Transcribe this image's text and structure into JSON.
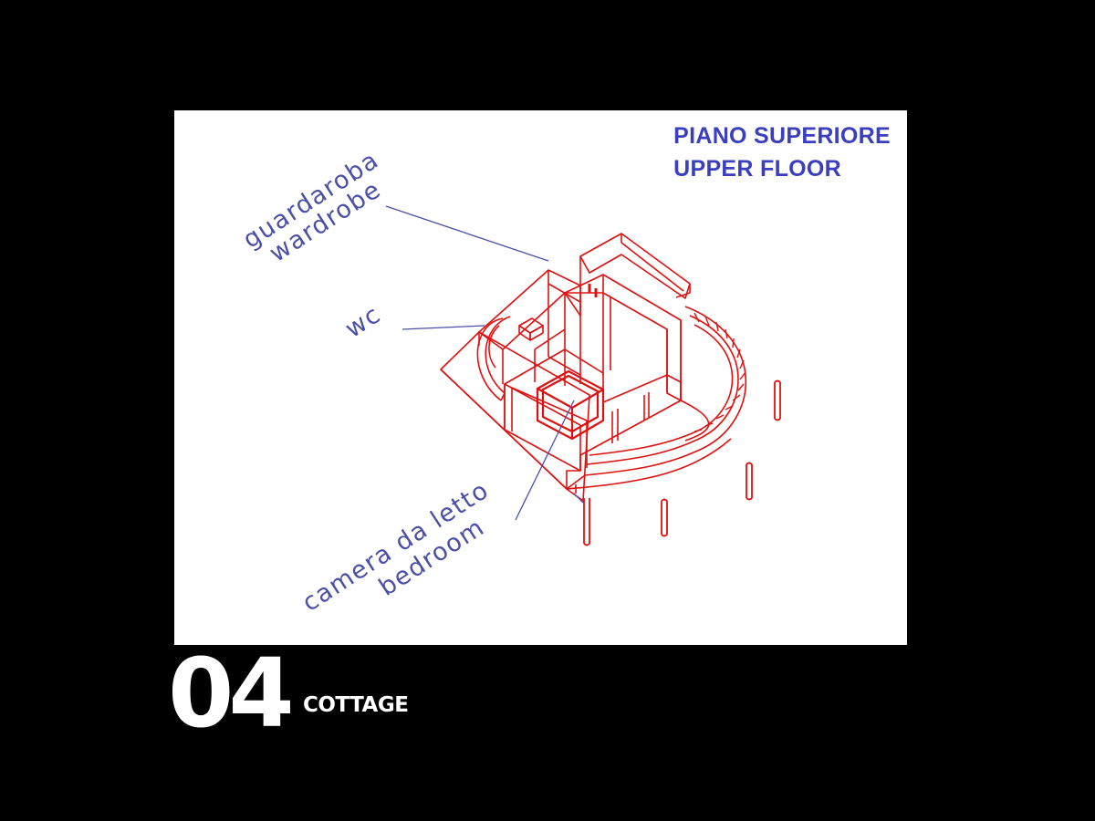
{
  "plan": {
    "title_line1": "PIANO SUPERIORE",
    "title_line2": "UPPER FLOOR",
    "labels": {
      "wardrobe_it": "guardaroba",
      "wardrobe_en": "wardrobe",
      "wc": "wc",
      "bedroom_it": "camera da letto",
      "bedroom_en": "bedroom"
    }
  },
  "footer": {
    "number": "04",
    "label": "COTTAGE"
  },
  "colors": {
    "background": "#000000",
    "panel": "#ffffff",
    "title": "#3b3fbf",
    "labels": "#4b4fa8",
    "drawing": "#e01010"
  }
}
